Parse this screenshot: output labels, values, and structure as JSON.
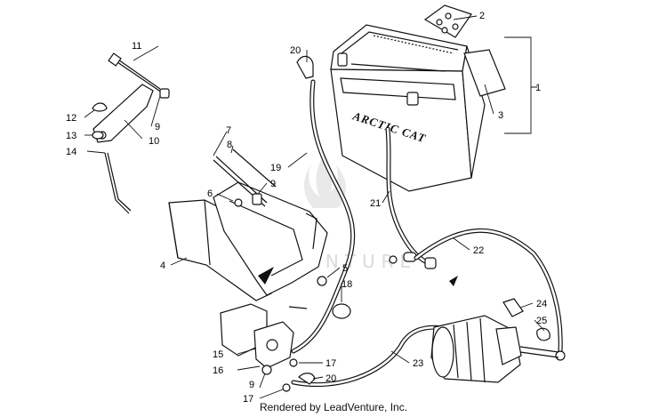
{
  "battery": {
    "brand_label": "ARCTIC CAT"
  },
  "watermark": "LEADVENTURE",
  "callouts": {
    "c1": "1",
    "c2": "2",
    "c3": "3",
    "c4": "4",
    "c5": "5",
    "c6": "6",
    "c7": "7",
    "c8": "8",
    "c9a": "9",
    "c9b": "9",
    "c9c": "9",
    "c10": "10",
    "c11": "11",
    "c12": "12",
    "c13": "13",
    "c14": "14",
    "c15": "15",
    "c16": "16",
    "c17a": "17",
    "c17b": "17",
    "c18": "18",
    "c19": "19",
    "c20a": "20",
    "c20b": "20",
    "c21": "21",
    "c22": "22",
    "c23": "23",
    "c24": "24",
    "c25": "25"
  },
  "footer": {
    "credit": "Rendered by LeadVenture, Inc."
  }
}
